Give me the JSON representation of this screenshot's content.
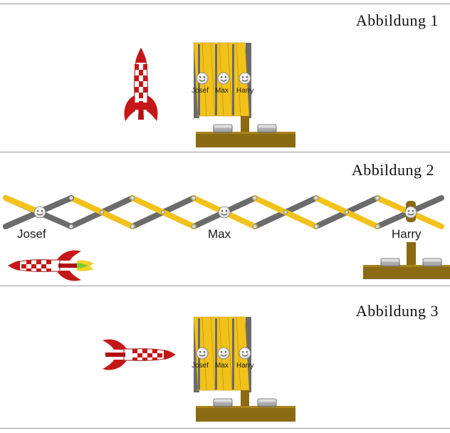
{
  "figures": [
    {
      "title": "Abbildung  1",
      "names": [
        "Josef",
        "Max",
        "Harry"
      ]
    },
    {
      "title": "Abbildung  2",
      "names": [
        "Josef",
        "Max",
        "Harry"
      ]
    },
    {
      "title": "Abbildung  3",
      "names": [
        "Josef",
        "Max",
        "Harry"
      ]
    }
  ],
  "colors": {
    "yellow_bar": "#f2c21b",
    "grey_bar": "#6b6b6b",
    "base_brown": "#8a6a12",
    "rocket_red": "#c41818",
    "rule": "#9a9a9a"
  },
  "icons": [
    "rocket",
    "smiley-face",
    "scissor-lift",
    "bolt"
  ]
}
